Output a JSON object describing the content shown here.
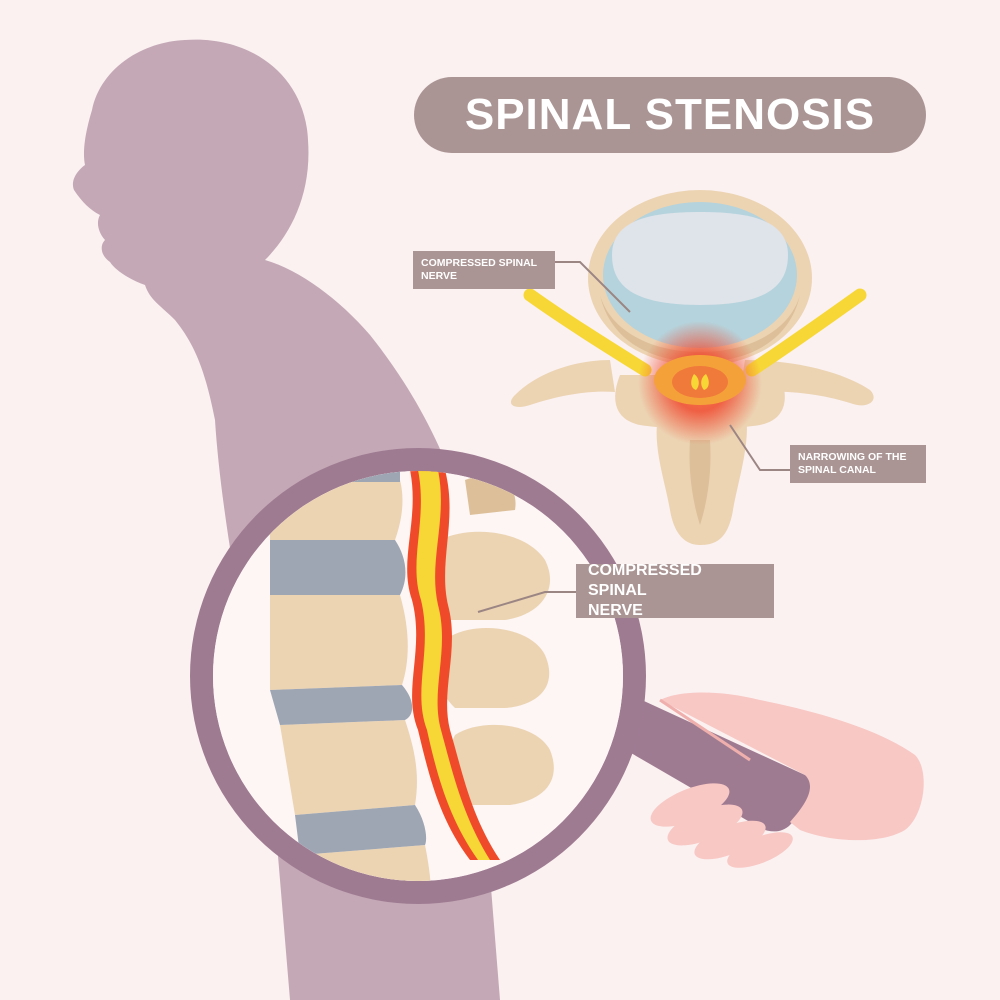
{
  "title": "SPINAL STENOSIS",
  "callouts": {
    "top": {
      "line1": "COMPRESSED SPINAL",
      "line2": "NERVE"
    },
    "right": {
      "line1": "NARROWING OF THE",
      "line2": "SPINAL CANAL"
    },
    "zoom": {
      "line1": "COMPRESSED SPINAL",
      "line2": "NERVE"
    }
  },
  "colors": {
    "background": "#fbf1f1",
    "silhouette": "#c4a8b6",
    "banner": "#ab9594",
    "magnifier_frame": "#9f7b92",
    "bone": "#ecd4b3",
    "disc": "#9ea6b3",
    "nerve": "#f7d736",
    "inflammation": "#ef4b2b",
    "cord_blue": "#b5d3dc",
    "hand": "#f8c8c4"
  }
}
